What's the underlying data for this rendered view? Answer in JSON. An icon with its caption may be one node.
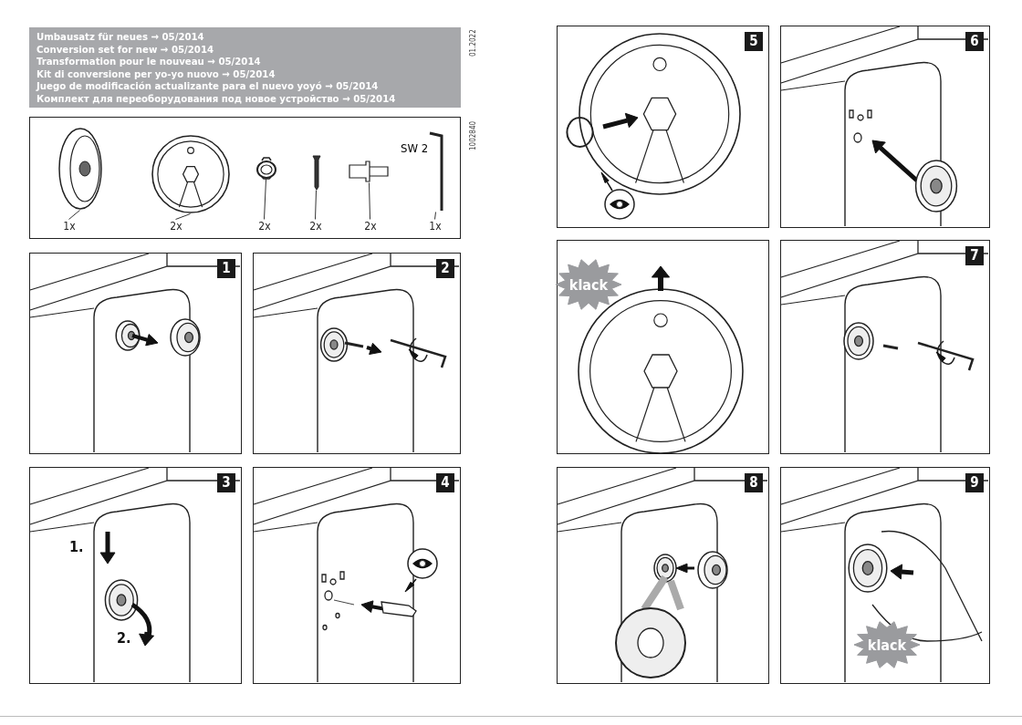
{
  "diagram": {
    "nodes": [
      {
        "text": [
          "Umbausatz für neues → 05/2014",
          "Conversion set for new → 05/2014",
          "Transformation pour le nouveau → 05/2014",
          "Kit di conversione per yo-yo nuovo → 05/2014",
          "Juego de modificación actualizante para el nuevo yoyó → 05/2014",
          "Комплект для переоборудования под новое устройство → 05/2014"
        ]
      },
      {
        "text": [],
        "shape": "box"
      },
      {
        "text": [],
        "shape": "picture",
        "in": 1
      },
      {
        "text": [],
        "shape": "picture",
        "in": 1
      },
      {
        "text": [],
        "shape": "picture",
        "in": 1
      },
      {
        "text": [],
        "shape": "picture",
        "in": 1
      },
      {
        "text": [],
        "shape": "picture",
        "in": 1
      },
      {
        "text": [],
        "shape": "picture",
        "in": 1,
        "beside": [
          "SW 2"
        ]
      },
      {
        "text": [
          "1x"
        ],
        "in": 1
      },
      {
        "text": [
          "2x"
        ],
        "in": 1
      },
      {
        "text": [
          "2x"
        ],
        "in": 1
      },
      {
        "text": [
          "2x"
        ],
        "in": 1
      },
      {
        "text": [
          "2x"
        ],
        "in": 1
      },
      {
        "text": [
          "1x"
        ],
        "in": 1
      },
      {
        "text": [
          "1"
        ]
      },
      {
        "text": [
          "2"
        ]
      },
      {
        "text": [
          "3"
        ]
      },
      {
        "text": [
          "4"
        ]
      },
      {
        "text": [
          "5"
        ]
      },
      {
        "text": [
          "6"
        ]
      },
      {
        "text": [],
        "shape": "box"
      },
      {
        "text": [
          "klack"
        ],
        "in": 20
      },
      {
        "text": [
          "7"
        ]
      },
      {
        "text": [
          "8"
        ]
      },
      {
        "text": [
          "9"
        ]
      },
      {
        "text": [
          "klack"
        ],
        "in": 24
      }
    ],
    "edges": [
      {
        "from": 8,
        "to": 2,
        "arrow": "none"
      },
      {
        "from": 9,
        "to": 3,
        "arrow": "none"
      },
      {
        "from": 10,
        "to": 4,
        "arrow": "none"
      },
      {
        "from": 11,
        "to": 5,
        "arrow": "none"
      },
      {
        "from": 12,
        "to": 6,
        "arrow": "none"
      },
      {
        "from": 13,
        "to": 7,
        "arrow": "none"
      }
    ],
    "labels": [
      "01.2022",
      "1002840",
      "1.",
      "2."
    ]
  }
}
